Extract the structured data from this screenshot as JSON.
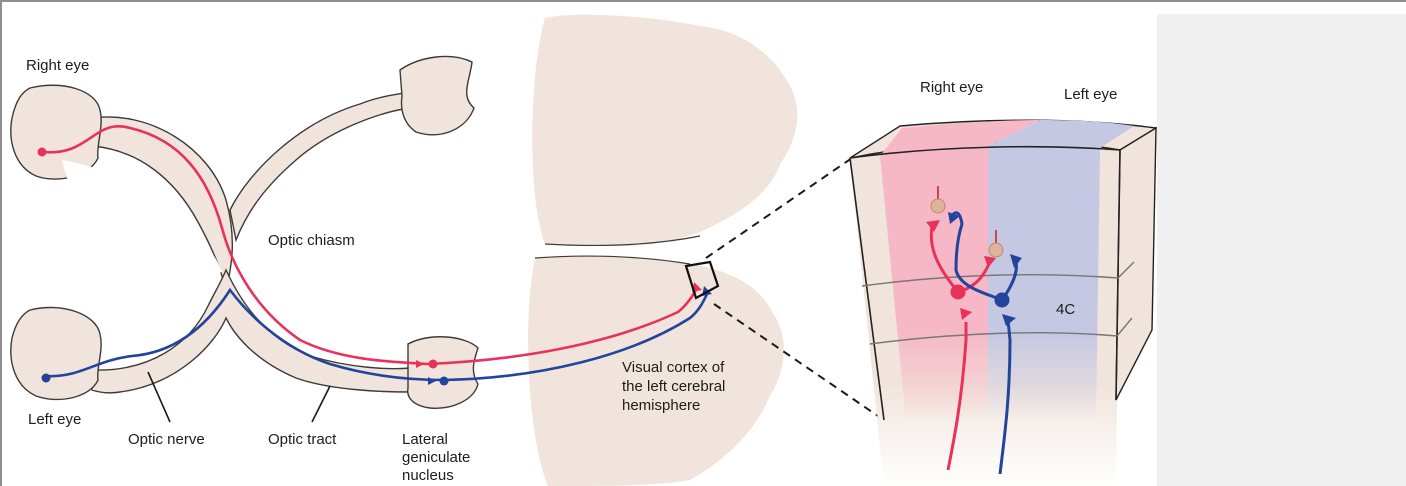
{
  "labels": {
    "right_eye": "Right eye",
    "left_eye": "Left eye",
    "optic_chiasm": "Optic chiasm",
    "optic_nerve": "Optic nerve",
    "optic_tract": "Optic tract",
    "lgn_line1": "Lateral",
    "lgn_line2": "geniculate",
    "lgn_line3": "nucleus",
    "cortex_line1": "Visual cortex of",
    "cortex_line2": "the left cerebral",
    "cortex_line3": "hemisphere",
    "inset_right_eye": "Right eye",
    "inset_left_eye": "Left eye",
    "layer_4c": "4C"
  },
  "colors": {
    "tissue": "#f1e4dc",
    "tissue_outline": "#3b3b3b",
    "right_eye_pathway": "#e8325a",
    "left_eye_pathway": "#22449a",
    "right_eye_column": "#f6b8c6",
    "left_eye_column": "#c4c8e2",
    "pyramidal_cell": "#dfb39a",
    "side_panel": "#f0f0f0"
  }
}
